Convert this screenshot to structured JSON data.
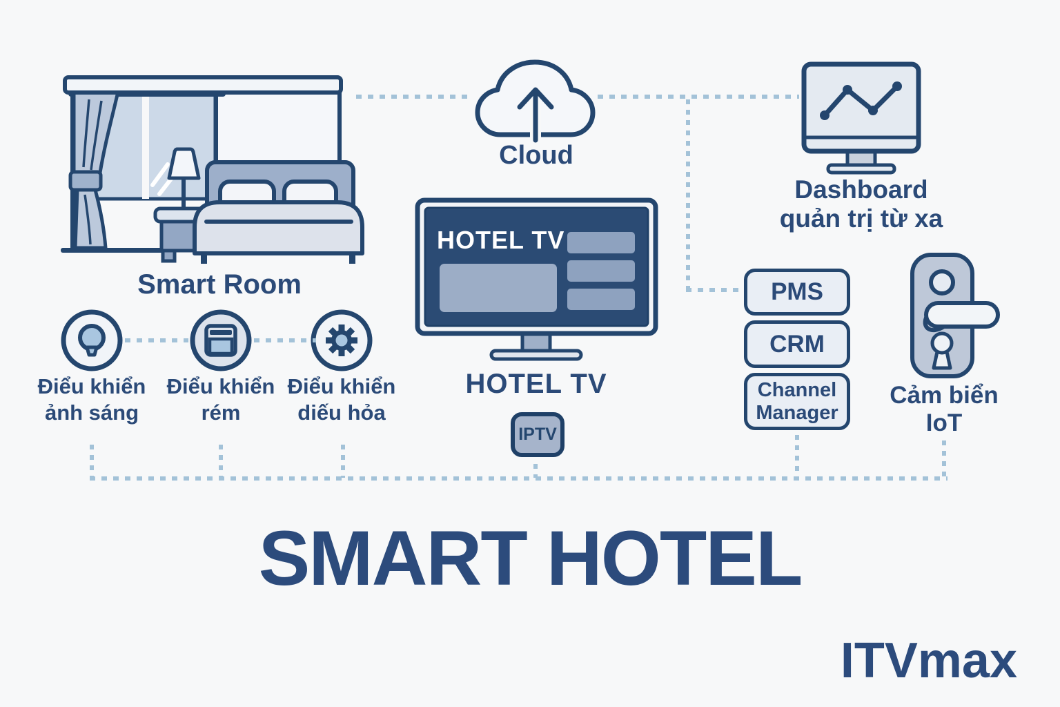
{
  "colors": {
    "background": "#f7f8f9",
    "outline_navy": "#24466e",
    "text_navy": "#2b4a78",
    "dash_blue": "#a3c2d8",
    "tv_screen": "#2b4b74",
    "icon_fill": "#a9c6e0"
  },
  "smart_room": {
    "label": "Smart Room"
  },
  "controls": [
    {
      "icon": "light-bulb-icon",
      "line1": "Điểu khiển",
      "line2": "ảnh sáng"
    },
    {
      "icon": "curtain-blind-icon",
      "line1": "Điểu khiển",
      "line2": "rém"
    },
    {
      "icon": "ac-gear-icon",
      "line1": "Điểu khiển",
      "line2": "diếu hỏa"
    }
  ],
  "cloud": {
    "label": "Cloud"
  },
  "hotel_tv": {
    "screen_title": "HOTEL TV",
    "label": "HOTEL TV",
    "badge": "IPTV"
  },
  "dashboard": {
    "line1": "Dashboard",
    "line2": "quản trị từ xa"
  },
  "systems": [
    {
      "label": "PMS"
    },
    {
      "label": "CRM"
    },
    {
      "label": "Channel Manager"
    }
  ],
  "iot_sensor": {
    "line1": "Cảm biển",
    "line2": "IoT"
  },
  "title": "SMART HOTEL",
  "brand": "ITVmax"
}
